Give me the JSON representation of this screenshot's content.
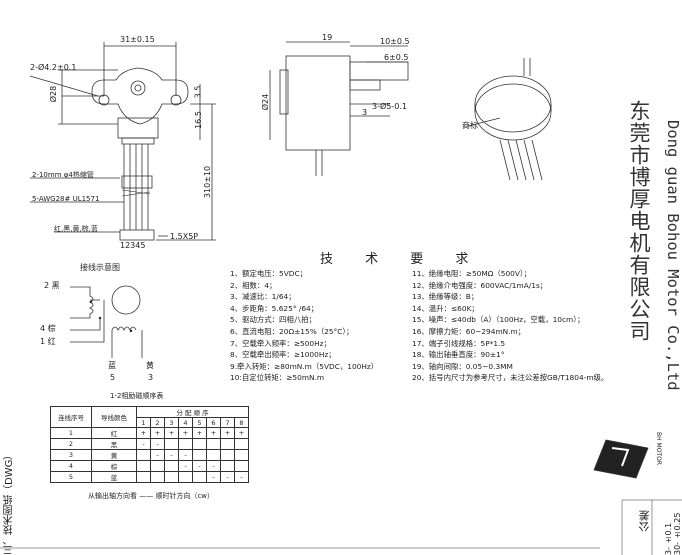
{
  "front_view": {
    "dim_top": "31±0.15",
    "dim_holes": "2-Ø4.2±0.1",
    "dim_body": "Ø28",
    "dim_ear": "3.5",
    "dim_center": "16.5",
    "dim_length": "310±10",
    "note_wire": "2-10mm φ4热缩管",
    "note_cable": "5-AWG28# UL1571",
    "wire_colors": "红,黑,黄,棕,蓝",
    "connector_pins": "12345",
    "connector": "1.5X5P"
  },
  "side_view": {
    "dim_19": "19",
    "dim_10": "10±0.5",
    "dim_6": "6±0.5",
    "dim_24": "Ø24",
    "dim_shaft": "3-Ø5-0.1",
    "dim_3": "3",
    "label_mark": "商标"
  },
  "wiring": {
    "title": "接线示意图",
    "pins": [
      "2 黑",
      "4 棕",
      "1 红",
      "蓝",
      "5",
      "黄",
      "3"
    ]
  },
  "requirements": {
    "title": "技 术 要 求",
    "left": [
      "1、额定电压：5VDC；",
      "2、相数：4；",
      "3、减速比：1/64；",
      "4、步距角：5.625° /64；",
      "5、驱动方式：四相八拍；",
      "6、直流电阻：20Ω±15%（25°C）；",
      "7、空载牵入频率：≥500Hz；",
      "8、空载牵出频率：≥1000Hz；",
      "9.牵入转矩：≥80mN.m（5VDC，100Hz）",
      "10:自定位转矩：≥50mN.m"
    ],
    "right": [
      "11、绝缘电阻：≥50MΩ（500V）；",
      "12、绝缘介电强度：600VAC/1mA/1s；",
      "13、绝缘等级：B；",
      "14、温升：≤60K；",
      "15、噪声：≤40db（A）（100Hz，空载，10cm）；",
      "16、摩擦力矩：60~294mN.m；",
      "17、端子引线规格：5P*1.5",
      "18、输出轴垂直度：90±1°",
      "19、轴向间隙：0.05~0.3MM",
      "20、括号内尺寸为参考尺寸，未注公差按GB/T1804-m级。"
    ]
  },
  "sequence_table": {
    "caption": "1-2相励磁顺序表",
    "header_wire_no": "连线序号",
    "header_color": "导线颜色",
    "header_seq": "分 配 顺 序",
    "steps": [
      "1",
      "2",
      "3",
      "4",
      "5",
      "6",
      "7",
      "8"
    ],
    "rows": [
      {
        "no": "1",
        "color": "红",
        "cells": [
          "+",
          "+",
          "+",
          "+",
          "+",
          "+",
          "+",
          "+"
        ]
      },
      {
        "no": "2",
        "color": "黑",
        "cells": [
          "-",
          "-",
          "",
          "",
          "",
          "",
          "",
          ""
        ]
      },
      {
        "no": "3",
        "color": "黄",
        "cells": [
          "",
          "-",
          "-",
          "-",
          "",
          "",
          "",
          ""
        ]
      },
      {
        "no": "4",
        "color": "棕",
        "cells": [
          "",
          "",
          "",
          "-",
          "-",
          "-",
          "",
          ""
        ]
      },
      {
        "no": "5",
        "color": "蓝",
        "cells": [
          "",
          "",
          "",
          "",
          "",
          "-",
          "-",
          "-"
        ]
      }
    ],
    "direction": "从输出轴方向看 —— 顺时针方向（cw）"
  },
  "company": {
    "name_cn": "东莞市博厚电机有限公司",
    "name_en": "Dong guan Bohou Motor Co.,Ltd",
    "logo_text": "BH MOTOR"
  },
  "side_title": "三、技术图纸（DWG）",
  "tolerance": {
    "label": "公差",
    "line1": "3- ±0.1",
    "line2": "30- ±0.25"
  }
}
